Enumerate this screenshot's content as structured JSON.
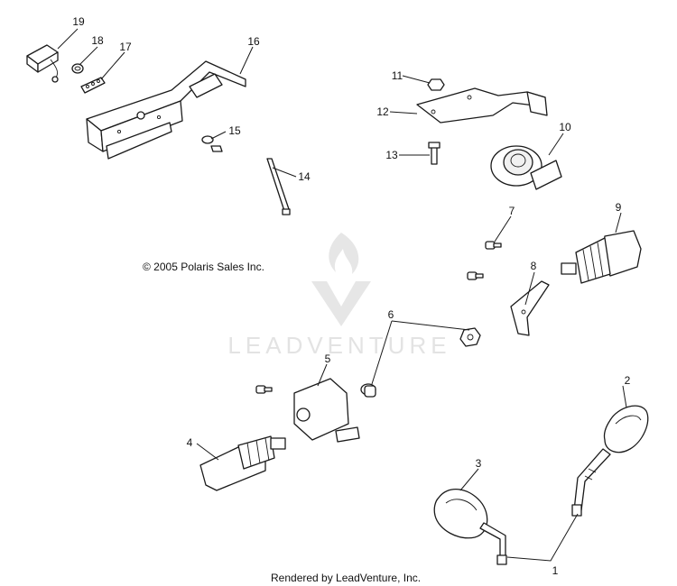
{
  "copyright": "© 2005 Polaris Sales Inc.",
  "rendered_by": "Rendered by LeadVenture, Inc.",
  "watermark": {
    "brand": "LEADVENTURE",
    "color": "#e3e3e3"
  },
  "callouts": [
    "1",
    "2",
    "3",
    "4",
    "5",
    "6",
    "7",
    "8",
    "9",
    "10",
    "11",
    "12",
    "13",
    "14",
    "15",
    "16",
    "17",
    "18",
    "19"
  ],
  "icons": {
    "watermark_logo": "flame-v-logo-icon"
  }
}
